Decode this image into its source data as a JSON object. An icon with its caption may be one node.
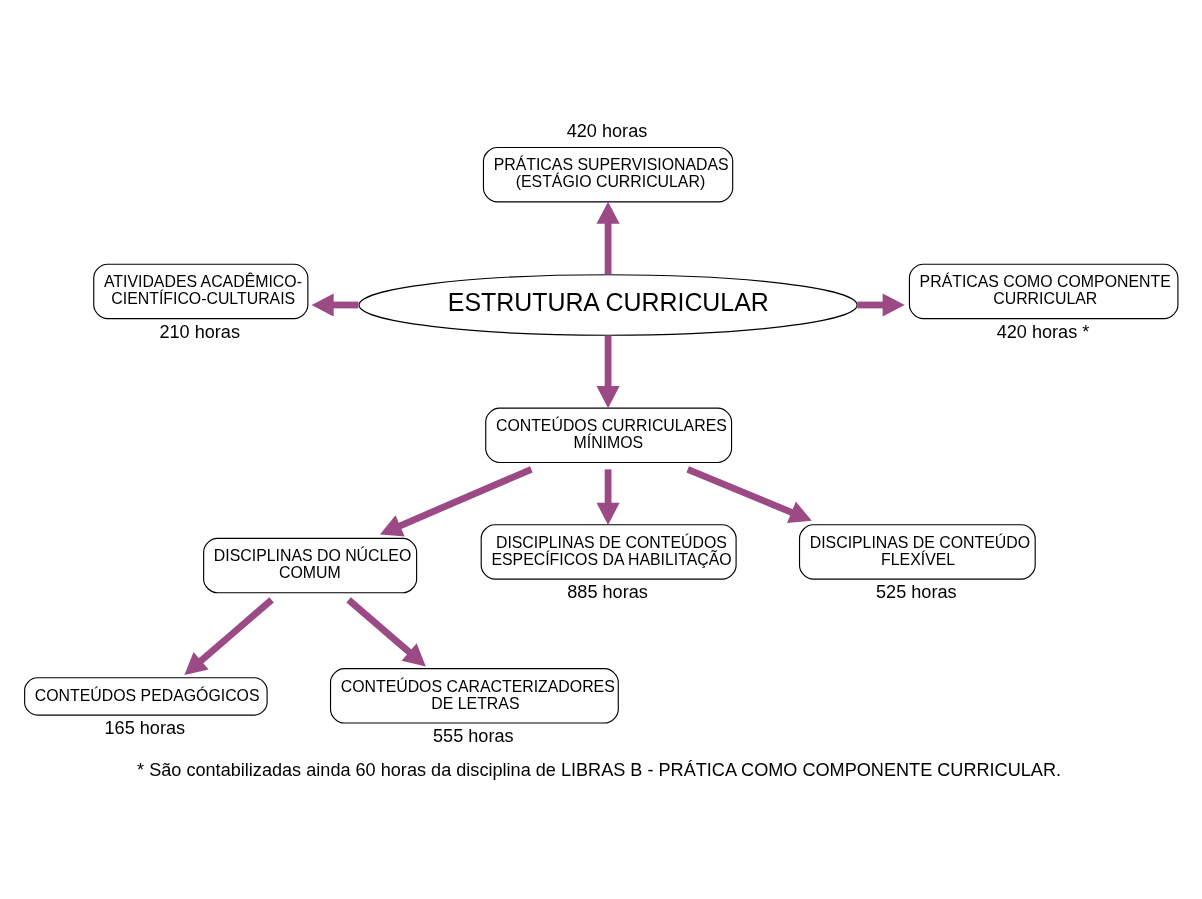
{
  "diagram": {
    "caption": "* São contabilizadas ainda 60 horas da disciplina de LIBRAS B - PRÁTICA COMO COMPONENTE CURRICULAR.",
    "nodes": [
      {
        "text": [
          "ESTRUTURA CURRICULAR"
        ]
      },
      {
        "text": [
          "PRÁTICAS SUPERVISIONADAS (ESTÁGIO CURRICULAR)"
        ],
        "beside": [
          "420 horas"
        ]
      },
      {
        "text": [
          "ATIVIDADES ACADÊMICO-CIENTÍFICO-CULTURAIS"
        ],
        "beside": [
          "210 horas"
        ]
      },
      {
        "text": [
          "PRÁTICAS COMO COMPONENTE CURRICULAR"
        ],
        "beside": [
          "420 horas *"
        ]
      },
      {
        "text": [
          "CONTEÚDOS CURRICULARES MÍNIMOS"
        ]
      },
      {
        "text": [
          "DISCIPLINAS DO NÚCLEO COMUM"
        ]
      },
      {
        "text": [
          "DISCIPLINAS DE CONTEÚDOS ESPECÍFICOS DA HABILITAÇÃO"
        ],
        "beside": [
          "885 horas"
        ]
      },
      {
        "text": [
          "DISCIPLINAS DE CONTEÚDO FLEXÍVEL"
        ],
        "beside": [
          "525 horas"
        ]
      },
      {
        "text": [
          "CONTEÚDOS PEDAGÓGICOS"
        ],
        "beside": [
          "165 horas"
        ]
      },
      {
        "text": [
          "CONTEÚDOS CARACTERIZADORES DE LETRAS"
        ],
        "beside": [
          "555 horas"
        ]
      }
    ],
    "edges": [
      {
        "from": 0,
        "to": 1,
        "arrow": "to"
      },
      {
        "from": 0,
        "to": 2,
        "arrow": "to"
      },
      {
        "from": 0,
        "to": 3,
        "arrow": "to"
      },
      {
        "from": 0,
        "to": 4,
        "arrow": "to"
      },
      {
        "from": 4,
        "to": 5,
        "arrow": "to"
      },
      {
        "from": 4,
        "to": 6,
        "arrow": "to"
      },
      {
        "from": 4,
        "to": 7,
        "arrow": "to"
      },
      {
        "from": 5,
        "to": 8,
        "arrow": "to"
      },
      {
        "from": 5,
        "to": 9,
        "arrow": "to"
      }
    ]
  }
}
